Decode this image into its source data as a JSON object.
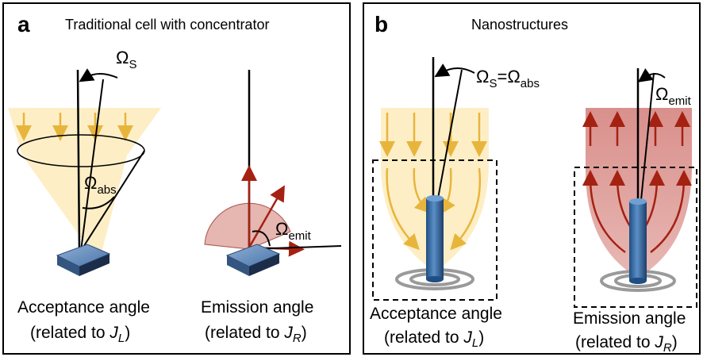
{
  "panels": [
    {
      "letter": "a",
      "title": "Traditional cell with concentrator",
      "left_caption": {
        "line1": "Acceptance angle",
        "line2_pre": "(related to ",
        "var": "J",
        "sub": "L",
        "line2_post": ")"
      },
      "right_caption": {
        "line1": "Emission angle",
        "line2_pre": "(related to ",
        "var": "J",
        "sub": "R",
        "line2_post": ")"
      },
      "labels": {
        "omega_s": {
          "sym": "Ω",
          "sub": "S"
        },
        "omega_abs": {
          "sym": "Ω",
          "sub": "abs"
        },
        "omega_emit": {
          "sym": "Ω",
          "sub": "emit"
        }
      }
    },
    {
      "letter": "b",
      "title": "Nanostructures",
      "left_caption": {
        "line1": "Acceptance angle",
        "line2_pre": "(related to ",
        "var": "J",
        "sub": "L",
        "line2_post": ")"
      },
      "right_caption": {
        "line1": "Emission angle",
        "line2_pre": "(related to ",
        "var": "J",
        "sub": "R",
        "line2_post": ")"
      },
      "labels": {
        "omega_s_eq": {
          "sym1": "Ω",
          "sub1": "S",
          "eq": "=",
          "sym2": "Ω",
          "sub2": "abs"
        },
        "omega_emit": {
          "sym": "Ω",
          "sub": "emit"
        }
      }
    }
  ],
  "colors": {
    "sunlight_fill": "#fdeec6",
    "sunlight_arrow": "#e8b53c",
    "emission_fill": "#e3aaa6",
    "emission_arrow": "#a52112",
    "cell_blue": "#3d6ea6",
    "ring_gray": "#9a9a9a"
  }
}
